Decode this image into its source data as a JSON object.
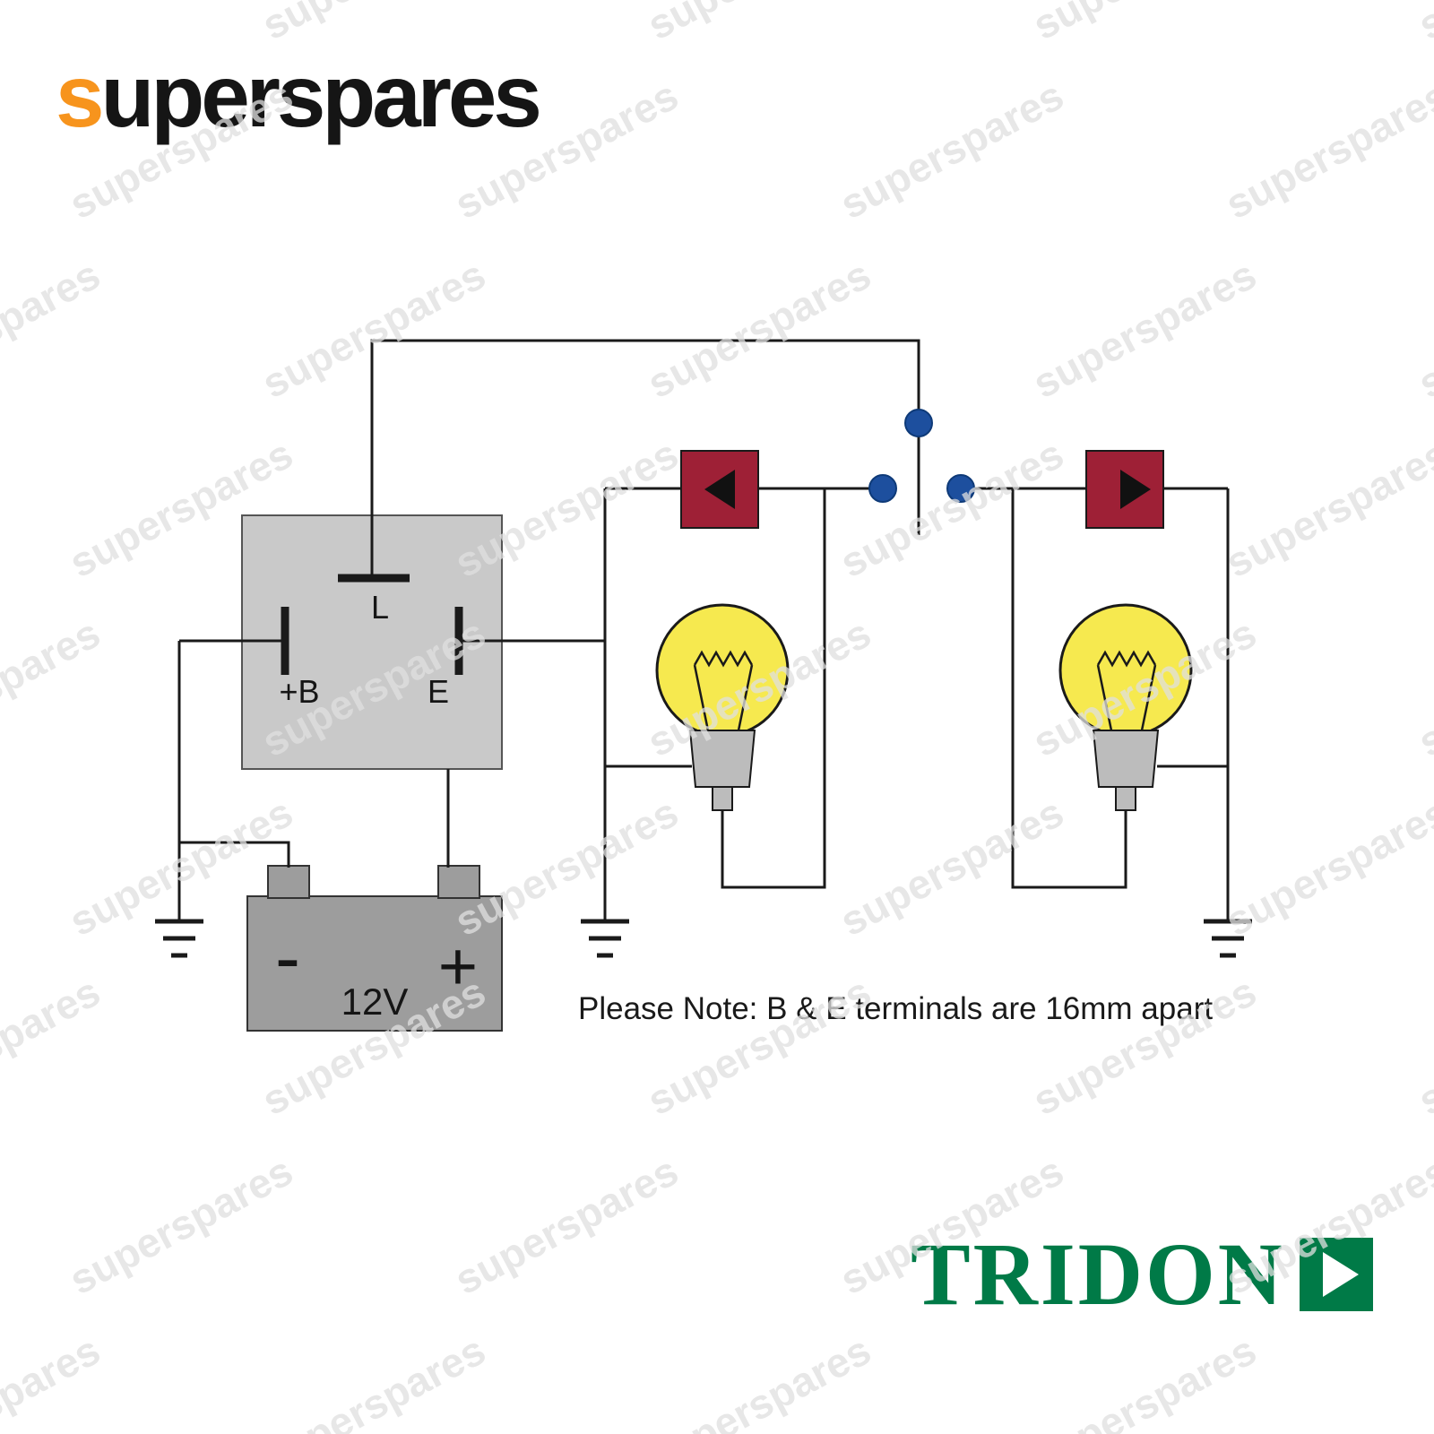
{
  "logo": {
    "prefix": "s",
    "rest": "uperspares",
    "prefix_color": "#F7941D",
    "text_color": "#151515"
  },
  "watermark": {
    "text": "superspares",
    "color": "#e0e0e0"
  },
  "diagram": {
    "wire_color": "#1a1a1a",
    "relay": {
      "body_color": "#c9c9c9",
      "terminal_l": "L",
      "terminal_b": "+B",
      "terminal_e": "E"
    },
    "battery": {
      "body_color": "#9d9d9d",
      "negative": "-",
      "positive": "+",
      "voltage": "12V"
    },
    "indicators": {
      "box_color": "#9e2036",
      "arrow_color": "#111111"
    },
    "bulbs": {
      "glass_color": "#f6e94f",
      "base_color": "#bcbcbc"
    },
    "switch": {
      "dot_color": "#1d4f9e"
    }
  },
  "note": {
    "text": "Please Note:  B & E terminals are 16mm apart"
  },
  "brand": {
    "name": "TRIDON",
    "color": "#007A47"
  }
}
